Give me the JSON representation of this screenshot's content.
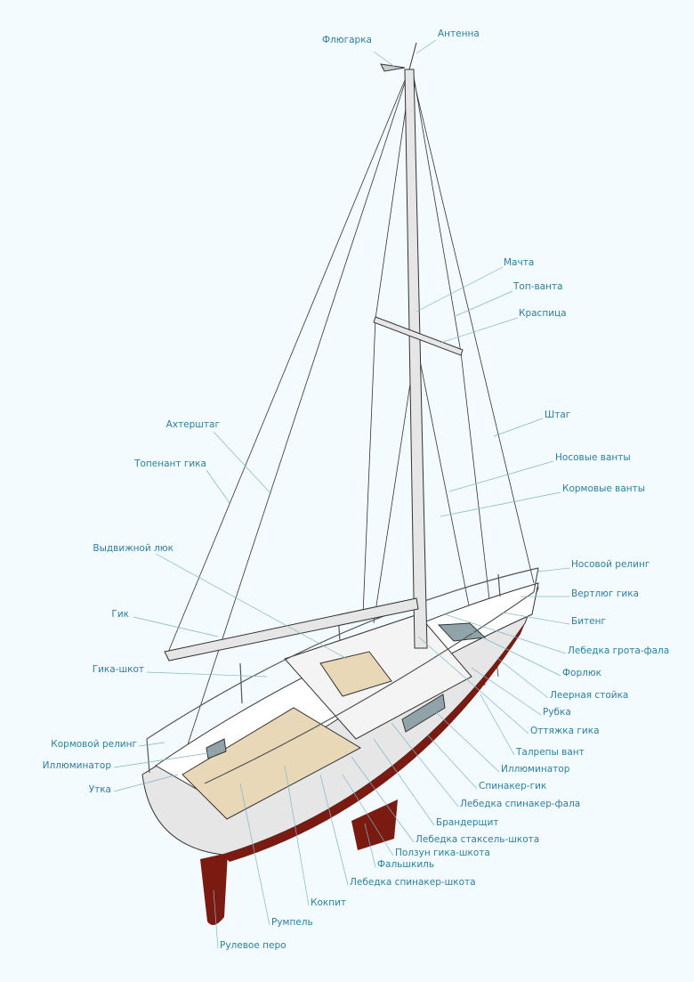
{
  "colors": {
    "background": "#f3fbfe",
    "label": "#2b7f9f",
    "hull_bottom": "#7a1a10",
    "deck_wood": "#e8d8b8"
  },
  "labels_right": {
    "vane": "Флюгарка",
    "antenna": "Антенна",
    "mast": "Мачта",
    "top_shroud": "Топ-ванта",
    "spreader": "Краспица",
    "forestay": "Штаг",
    "fore_shrouds": "Носовые ванты",
    "aft_shrouds": "Кормовые ванты",
    "bow_pulpit": "Носовой релинг",
    "gooseneck": "Вертлюг гика",
    "bitt": "Битенг",
    "main_halyard_winch": "Лебедка грота-фала",
    "fore_hatch": "Форлюк",
    "stanchion": "Леерная стойка",
    "cabin": "Рубка",
    "boom_vang": "Оттяжка гика",
    "turnbuckles": "Талрепы вант",
    "porthole": "Иллюминатор",
    "spinnaker_pole": "Спинакер-гик",
    "spinnaker_halyard_winch": "Лебедка спинакер-фала",
    "washboard": "Брандерщит",
    "jib_sheet_winch": "Лебедка стаксель-шкота",
    "traveler": "Ползун гика-шкота",
    "keel": "Фальшкиль",
    "spinnaker_sheet_winch": "Лебедка спинакер-шкота",
    "cockpit": "Кокпит",
    "tiller": "Румпель",
    "rudder": "Рулевое перо"
  },
  "labels_left": {
    "backstay": "Ахтерштаг",
    "topping_lift": "Топенант гика",
    "sliding_hatch": "Выдвижной люк",
    "boom": "Гик",
    "mainsheet": "Гика-шкот",
    "stern_pulpit": "Кормовой релинг",
    "porthole": "Иллюминатор",
    "cleat": "Утка"
  }
}
